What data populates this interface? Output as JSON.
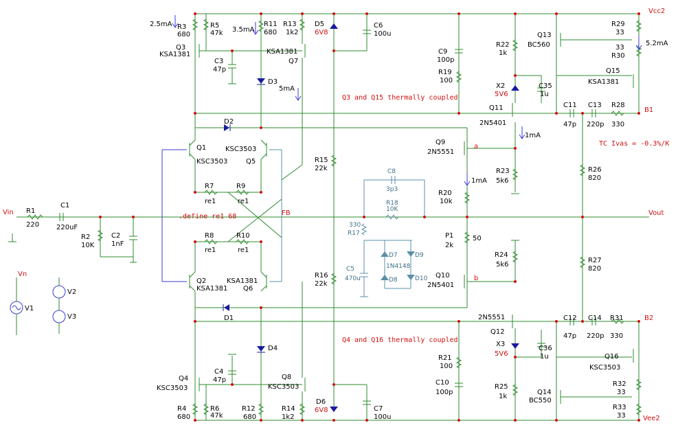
{
  "rails": {
    "vcc": "Vcc2",
    "vee": "Vee2",
    "vout": "Vout",
    "vin": "Vin",
    "b1": "B1",
    "b2": "B2",
    "fb": "FB"
  },
  "notes": {
    "thermal_top": "Q3 and Q15 thermally coupled",
    "thermal_bottom": "Q4 and Q16 thermally coupled",
    "tc": "TC Ivas = -0.3%/K",
    "define": ".define re1 68"
  },
  "currents": {
    "i3": "2.5mA",
    "i11": "3.5mA",
    "i7": "5mA",
    "i15": "5.2mA",
    "i11b": "1mA",
    "i20": "1mA",
    "p1": "50"
  },
  "transistors": {
    "q1": [
      "Q1",
      "KSC3503"
    ],
    "q2": [
      "Q2",
      "KSA1381"
    ],
    "q3": [
      "Q3",
      "KSA1381"
    ],
    "q4": [
      "Q4",
      "KSC3503"
    ],
    "q5": [
      "KSC3503",
      "Q5"
    ],
    "q6": [
      "KSA1381",
      "Q6"
    ],
    "q7": [
      "KSA1381",
      "Q7"
    ],
    "q8": [
      "Q8",
      "KSC3503"
    ],
    "q9": [
      "Q9",
      "2N5551"
    ],
    "q10": [
      "Q10",
      "2N5401"
    ],
    "q11": [
      "Q11",
      "2N5401"
    ],
    "q12": [
      "2N5551",
      "Q12"
    ],
    "q13": [
      "Q13",
      "BC560"
    ],
    "q14": [
      "Q14",
      "BC550"
    ],
    "q15": [
      "Q15",
      "KSA1381"
    ],
    "q16": [
      "Q16",
      "KSC3503"
    ]
  },
  "parts": {
    "r1": [
      "R1",
      "220"
    ],
    "c1": [
      "C1",
      "220uF"
    ],
    "r2": [
      "R2",
      "10K"
    ],
    "c2": [
      "C2",
      "1nF"
    ],
    "r3": [
      "R3",
      "680"
    ],
    "r5": [
      "R5",
      "47k"
    ],
    "c3": [
      "C3",
      "47p"
    ],
    "d3": "D3",
    "r11": [
      "R11",
      "680"
    ],
    "r13": [
      "R13",
      "1k2"
    ],
    "d5": [
      "D5",
      "6V8"
    ],
    "c6": [
      "C6",
      "100u"
    ],
    "d2": "D2",
    "d1": "D1",
    "r7": [
      "R7",
      "re1"
    ],
    "r9": [
      "R9",
      "re1"
    ],
    "r8": [
      "R8",
      "re1"
    ],
    "r10": [
      "R10",
      "re1"
    ],
    "r15": [
      "R15",
      "22k"
    ],
    "r16": [
      "R16",
      "22k"
    ],
    "c8": [
      "C8",
      "3p3"
    ],
    "r18": [
      "R18",
      "10K"
    ],
    "r17": [
      "330",
      "R17"
    ],
    "c5": [
      "C5",
      "470u"
    ],
    "d7": "D7",
    "d8": "D8",
    "d9": "D9",
    "d10": "D10",
    "dtype": "1N4148",
    "c9": [
      "C9",
      "100p"
    ],
    "r19": [
      "R19",
      "100"
    ],
    "r22": [
      "R22",
      "1k"
    ],
    "x2": [
      "X2",
      "5V6"
    ],
    "c35": [
      "C35",
      "1u"
    ],
    "r23": [
      "R23",
      "5k6"
    ],
    "r20": [
      "R20",
      "10k"
    ],
    "p1": [
      "P1",
      "2k"
    ],
    "r24": [
      "R24",
      "5k6"
    ],
    "c11": [
      "C11",
      "47p"
    ],
    "c13": [
      "C13",
      "220p"
    ],
    "r28": [
      "R28",
      "330"
    ],
    "r26": [
      "R26",
      "820"
    ],
    "r27": [
      "R27",
      "820"
    ],
    "r29": [
      "R29",
      "33"
    ],
    "r30": [
      "33",
      "R30"
    ],
    "c12": [
      "C12",
      "47p"
    ],
    "c14": [
      "C14",
      "220p"
    ],
    "r31": [
      "R31",
      "330"
    ],
    "x3": [
      "X3",
      "5V6"
    ],
    "c36": [
      "C36",
      "1u"
    ],
    "c10": [
      "C10",
      "100p"
    ],
    "r21": [
      "R21",
      "100"
    ],
    "r25": [
      "R25",
      "1k"
    ],
    "r32": [
      "R32",
      "33"
    ],
    "r33": [
      "R33",
      "33"
    ],
    "c4": [
      "C4",
      "47p"
    ],
    "d4": "D4",
    "r4": [
      "R4",
      "680"
    ],
    "r6": [
      "R6",
      "47k"
    ],
    "r12": [
      "R12",
      "680"
    ],
    "r14": [
      "R14",
      "1k2"
    ],
    "d6": [
      "D6",
      "6V8"
    ],
    "c7": [
      "C7",
      "100u"
    ],
    "v1": "V1",
    "v2": "V2",
    "v3": "V3",
    "vn": "Vn"
  },
  "nodes": {
    "a": "a",
    "b": "b"
  },
  "colors": {
    "wire": "#2e8b2e",
    "blue_wire": "#3a3adc",
    "grey": "#5b8fa8",
    "label_red": "#d01010",
    "component": "#1a1aa0"
  }
}
